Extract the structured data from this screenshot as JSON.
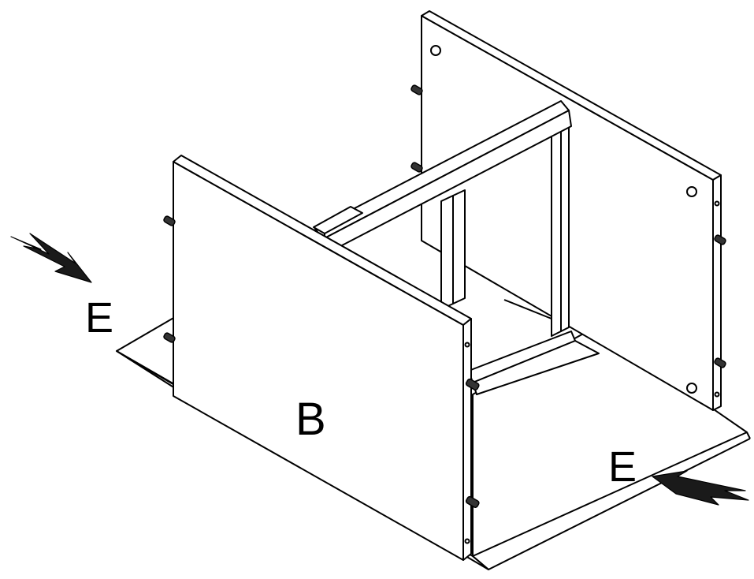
{
  "labels": {
    "panel_b": "B",
    "edge_left": "E",
    "edge_right": "E"
  },
  "colors": {
    "line": "#000000",
    "fill": "#ffffff",
    "arrow": "#1a1a1a",
    "dowel": "#333333"
  }
}
